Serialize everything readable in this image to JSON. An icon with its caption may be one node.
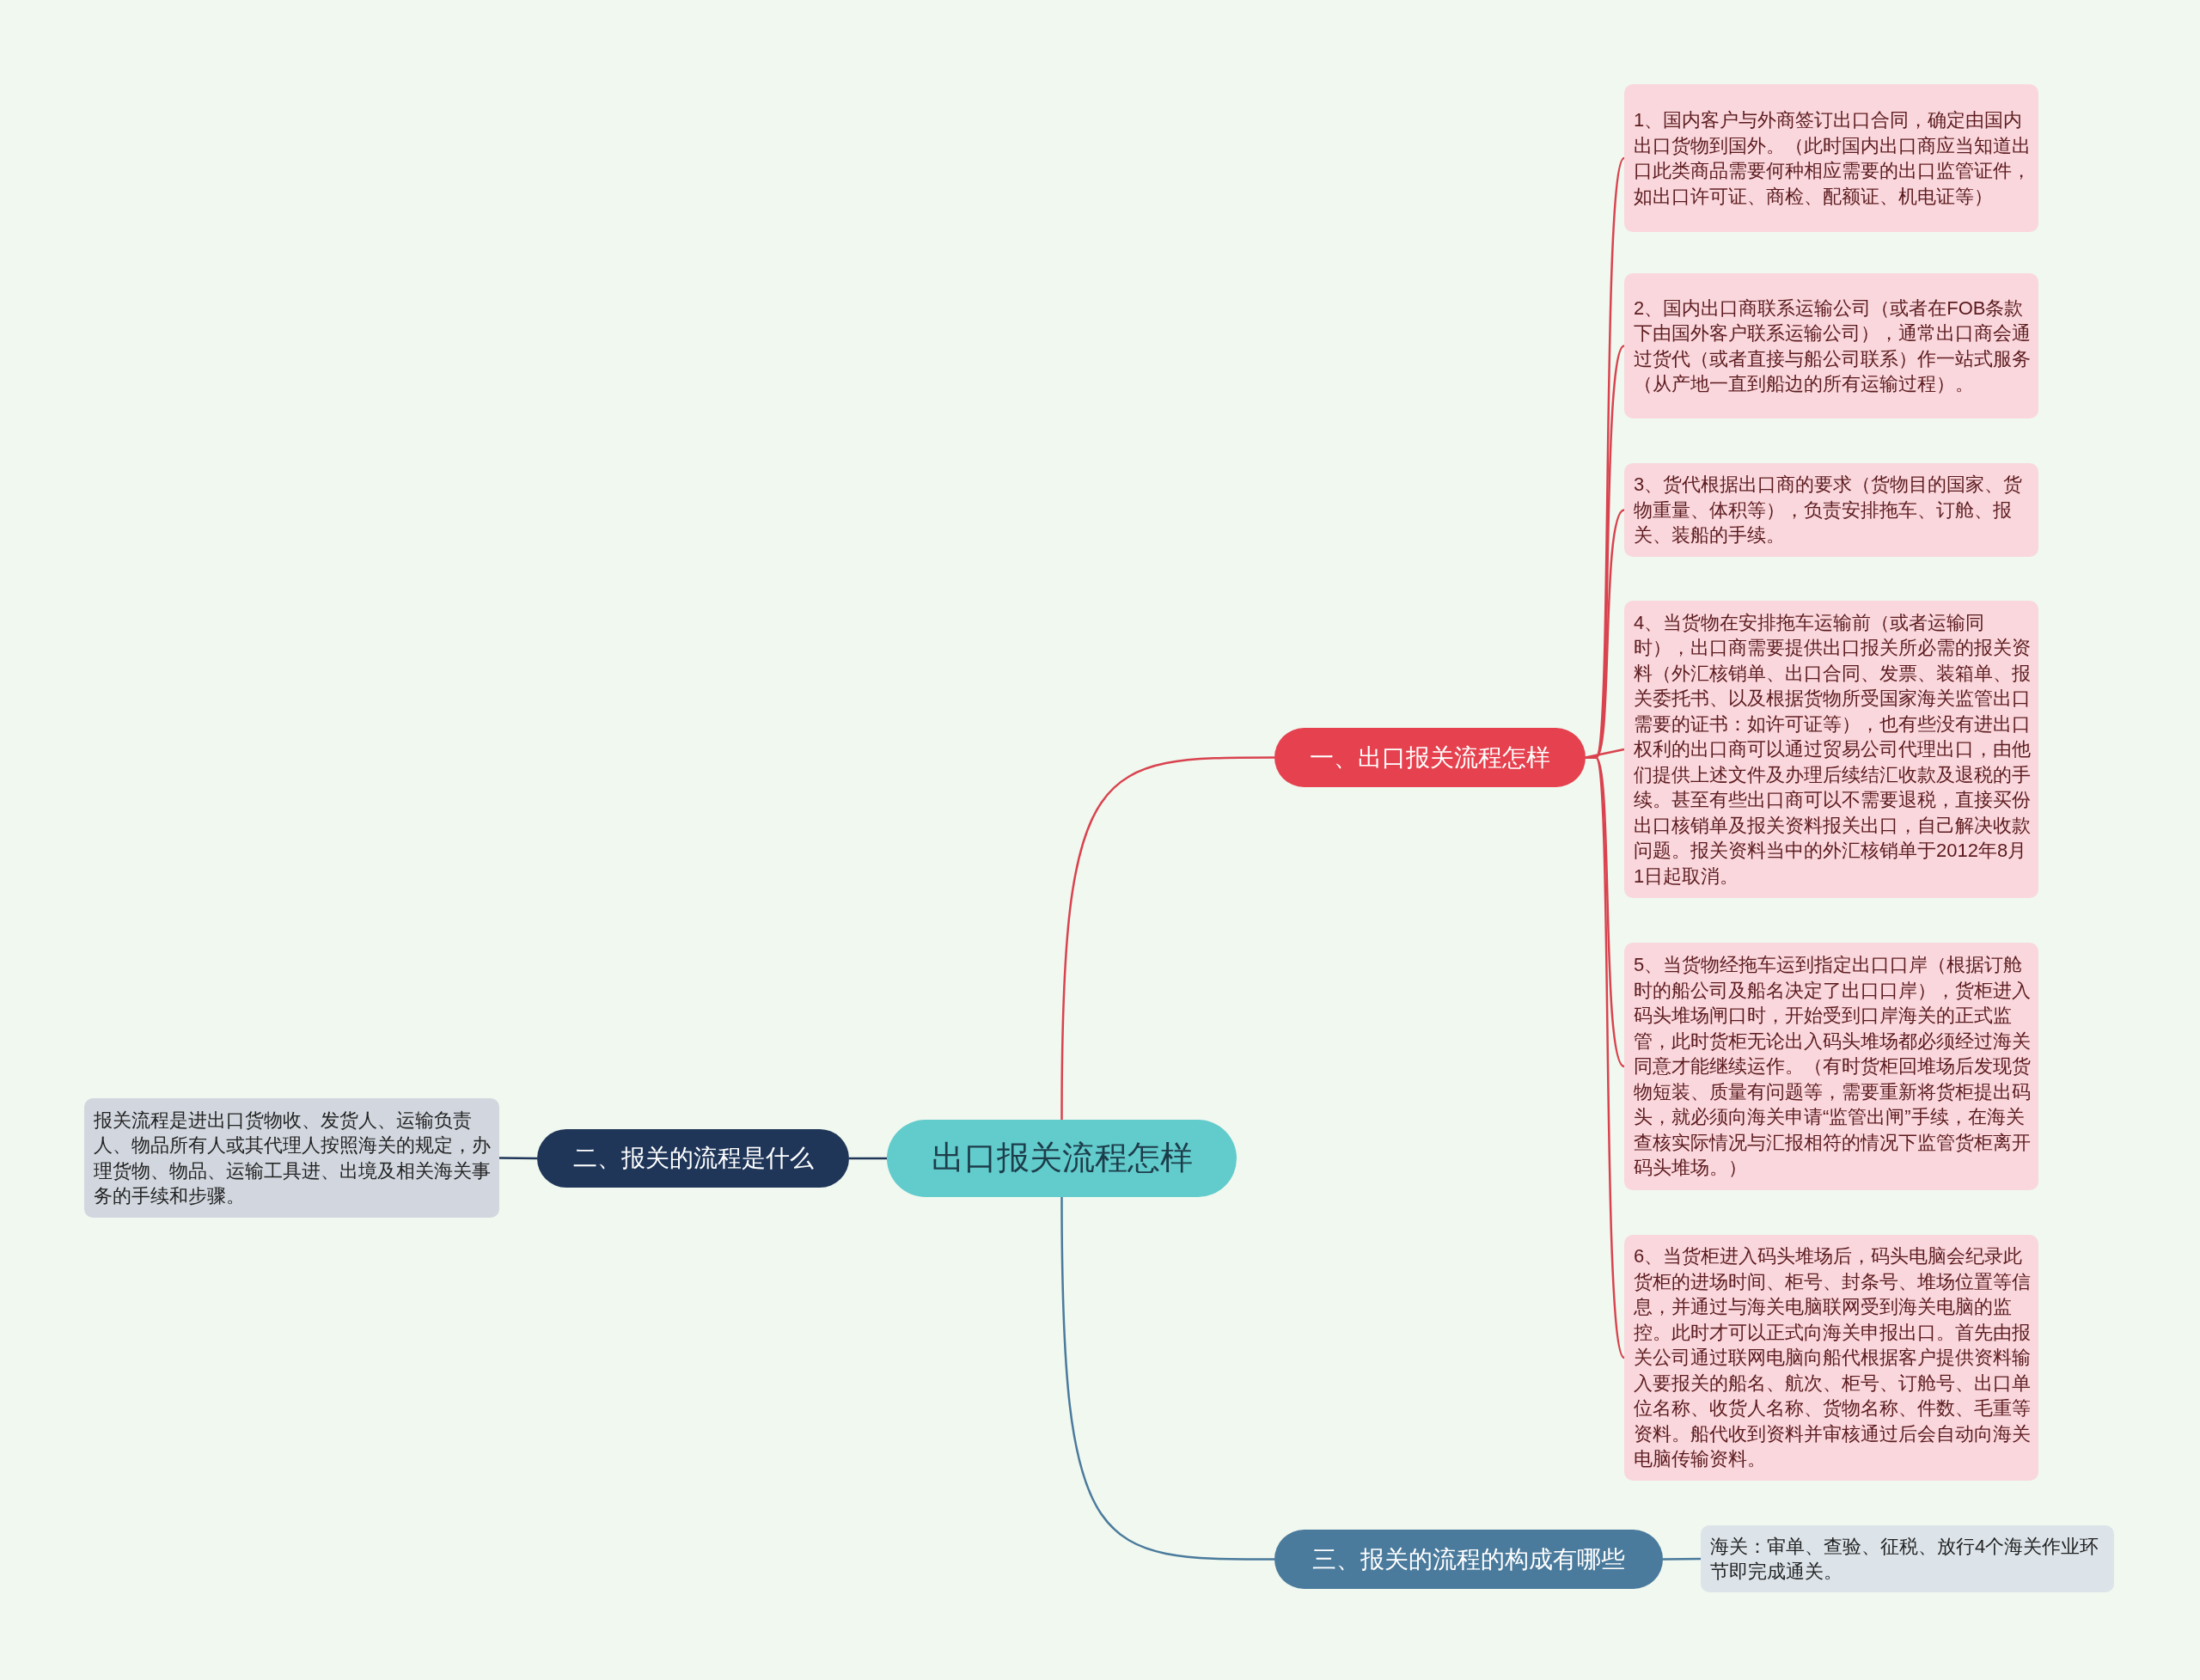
{
  "diagram": {
    "nodes": [
      {
        "text": [
          "出口报关流程怎样"
        ]
      },
      {
        "text": [
          "一、出口报关流程怎样"
        ]
      },
      {
        "text": [
          "1、国内客户与外商签订出口合同，确定由国内出口货物到国外。（此时国内出口商应当知道出口此类商品需要何种相应需要的出口监管证件，如出口许可证、商检、配额证、机电证等）"
        ]
      },
      {
        "text": [
          "2、国内出口商联系运输公司（或者在FOB条款下由国外客户联系运输公司），通常出口商会通过货代（或者直接与船公司联系）作一站式服务（从产地一直到船边的所有运输过程）。"
        ]
      },
      {
        "text": [
          "3、货代根据出口商的要求（货物目的国家、货物重量、体积等），负责安排拖车、订舱、报关、装船的手续。"
        ]
      },
      {
        "text": [
          "4、当货物在安排拖车运输前（或者运输同时），出口商需要提供出口报关所必需的报关资料（外汇核销单、出口合同、发票、装箱单、报关委托书、以及根据货物所受国家海关监管出口需要的证书：如许可证等），也有些没有进出口权利的出口商可以通过贸易公司代理出口，由他们提供上述文件及办理后续结汇收款及退税的手续。甚至有些出口商可以不需要退税，直接买份出口核销单及报关资料报关出口，自己解决收款问题。报关资料当中的外汇核销单于2012年8月1日起取消。"
        ]
      },
      {
        "text": [
          "5、当货物经拖车运到指定出口口岸（根据订舱时的船公司及船名决定了出口口岸），货柜进入码头堆场闸口时，开始受到口岸海关的正式监管，此时货柜无论出入码头堆场都必须经过海关同意才能继续运作。（有时货柜回堆场后发现货物短装、质量有问题等，需要重新将货柜提出码头，就必须向海关申请“监管出闸”手续，在海关查核实际情况与汇报相符的情况下监管货柜离开码头堆场。）"
        ]
      },
      {
        "text": [
          "6、当货柜进入码头堆场后，码头电脑会纪录此货柜的进场时间、柜号、封条号、堆场位置等信息，并通过与海关电脑联网受到海关电脑的监控。此时才可以正式向海关申报出口。首先由报关公司通过联网电脑向船代根据客户提供资料输入要报关的船名、航次、柜号、订舱号、出口单位名称、收货人名称、货物名称、件数、毛重等资料。船代收到资料并审核通过后会自动向海关电脑传输资料。"
        ]
      },
      {
        "text": [
          "二、报关的流程是什么"
        ]
      },
      {
        "text": [
          "报关流程是进出口货物收、发货人、运输负责人、物品所有人或其代理人按照海关的规定，办理货物、物品、运输工具进、出境及相关海关事务的手续和步骤。"
        ]
      },
      {
        "text": [
          "三、报关的流程的构成有哪些"
        ]
      },
      {
        "text": [
          "海关：审单、查验、征税、放行4个海关作业环节即完成通关。"
        ]
      }
    ],
    "edges": [
      {
        "from": 0,
        "to": 1,
        "arrow": "none",
        "color": "#d9434f"
      },
      {
        "from": 1,
        "to": 2,
        "arrow": "none",
        "color": "#d9434f"
      },
      {
        "from": 1,
        "to": 3,
        "arrow": "none",
        "color": "#d9434f"
      },
      {
        "from": 1,
        "to": 4,
        "arrow": "none",
        "color": "#d9434f"
      },
      {
        "from": 1,
        "to": 5,
        "arrow": "none",
        "color": "#d9434f"
      },
      {
        "from": 1,
        "to": 6,
        "arrow": "none",
        "color": "#d9434f"
      },
      {
        "from": 1,
        "to": 7,
        "arrow": "none",
        "color": "#d9434f"
      },
      {
        "from": 0,
        "to": 8,
        "arrow": "none",
        "color": "#1f3659"
      },
      {
        "from": 8,
        "to": 9,
        "arrow": "none",
        "color": "#1f3659"
      },
      {
        "from": 0,
        "to": 10,
        "arrow": "none",
        "color": "#4a7a9c"
      },
      {
        "from": 10,
        "to": 11,
        "arrow": "none",
        "color": "#4a7a9c"
      }
    ]
  }
}
